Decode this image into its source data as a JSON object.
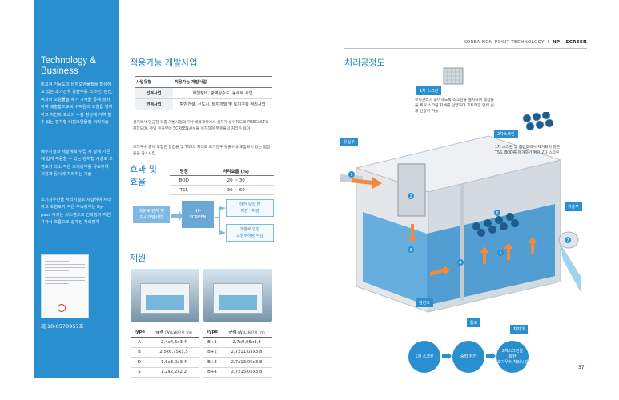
{
  "sidebar": {
    "title_line1": "Technology &",
    "title_line2": "Business",
    "para1": "비교적 거능도의 비점오염물질을 함유하고 있는 초기강우 유출수를 스크린, 침전, 여과의 오염물질 제거 기작을 통해 정화하여 배출함으로써 수자원의 오염을 방지하고 하천과 호소의 수질 향상에 기여 할 수 있는 장치형 비점오염물질 처리기술",
    "para2": "배수시설과 개발계획 수립 시 설계 기준에 쉽게 적용할 수 있는 장치형 시설로 오염도가 다소 적은 초기강우를 유도하여 저장과 동시에 처리하는 기술",
    "para3": "초기강우만을 처리시설로 차집하여 처리하고 오염도가 적은 후속강우는 By-pass 시키는 시스템으로 건과정이 자연유하식 흐름으로 설계된 처리장치",
    "cert_no": "제 10-0570957호"
  },
  "use": {
    "heading": "적용가능 개발사업",
    "table_header": [
      "사업유형",
      "적용가능 개발사업"
    ],
    "rows": [
      {
        "k": "선적사업",
        "v": "하천정비, 광역상수도, 농수로 시업"
      },
      {
        "k": "면적사업",
        "v": "항만건설, 신도시, 택지개발 및 토지구획 정리사업"
      }
    ],
    "note1": "상기에서 언급한 각종 개발사업의 우수배제계획에서 설치가 용이하도록 PRECAST로 제작되며, 유입 유출부에 SCREEN시설을 설치하여 부유물의 처리가 용이",
    "note2": "초기우수 중에 포함된 협잡물 및 TSS의 처리로 초기강우 유출수내 포함되어 있는 협잡물을 감소시킴"
  },
  "efficiency": {
    "heading_line1": "효과 및",
    "heading_line2": "효율",
    "header": [
      "명칭",
      "처리효율 (%)"
    ],
    "rows": [
      {
        "name": "BOD",
        "value": "20 ~ 30"
      },
      {
        "name": "TSS",
        "value": "30 ~ 60"
      }
    ],
    "flow": {
      "source_line1": "대규모 단지 및",
      "source_line2": "도시개발사업",
      "np_line1": "NP-",
      "np_line2": "SCREEN",
      "out1_line1": "하천 유입 전",
      "out1_line2": "저감 · 처감",
      "out2_line1": "개발로 인한",
      "out2_line2": "오염부하량 삭감"
    }
  },
  "spec": {
    "heading": "제원",
    "col_type": "Type",
    "col_size": "규격",
    "col_unit": "(WxLxH/단위 : m)",
    "left": [
      {
        "type": "A",
        "size": "2,4x4,6x3,4"
      },
      {
        "type": "B",
        "size": "2,5x6,75x3,5"
      },
      {
        "type": "D",
        "size": "1,6x3,0x3,4"
      },
      {
        "type": "S",
        "size": "1,2x2,2x2,2"
      }
    ],
    "right": [
      {
        "type": "B+1",
        "size": "2,7x9,05x3,8"
      },
      {
        "type": "B+2",
        "size": "2,7x11,05x3,8"
      },
      {
        "type": "B+3",
        "size": "2,7x13,05x3,8"
      },
      {
        "type": "B+4",
        "size": "2,7x15,05x3,8"
      }
    ]
  },
  "right_page": {
    "header_main": "KOREA NON-POINT TECHNOLOGY",
    "header_sep": "l",
    "header_product": "NP - SCREEN",
    "process_heading": "처리공정도",
    "labels": {
      "screen1": "1차 스크린",
      "inlet": "유입부",
      "screen2": "2차스크린",
      "outlet": "유출부",
      "settle": "침전조",
      "channel": "통로",
      "support": "지지대"
    },
    "note_screen1": "유지관리가 용이하도록 스크린을 설치하여 협잡물을 제거 스크린 자체를 인양하여 흐트러짐 없이 쉽게 인양이 가능",
    "note_screen2": "1차 스크린 및 침전조에서 제거되지 않은 TSS, BOD를 제거하기 위한 2차 스크린",
    "steps": [
      {
        "line1": "1차 스크린",
        "line2": "",
        "line3": ""
      },
      {
        "line1": "중력 침전",
        "line2": "",
        "line3": ""
      },
      {
        "line1": "2차스크린을",
        "line2": "통한",
        "line3": "초기우수 처리시설"
      }
    ],
    "numbers": [
      "1",
      "2",
      "3",
      "4",
      "5",
      "6",
      "7"
    ],
    "page_number": "37"
  },
  "colors": {
    "brand_blue": "#2a8fce",
    "heading_blue": "#1f7fc4",
    "water": "#4fa3dc",
    "arrow_orange": "#f08a3c"
  }
}
